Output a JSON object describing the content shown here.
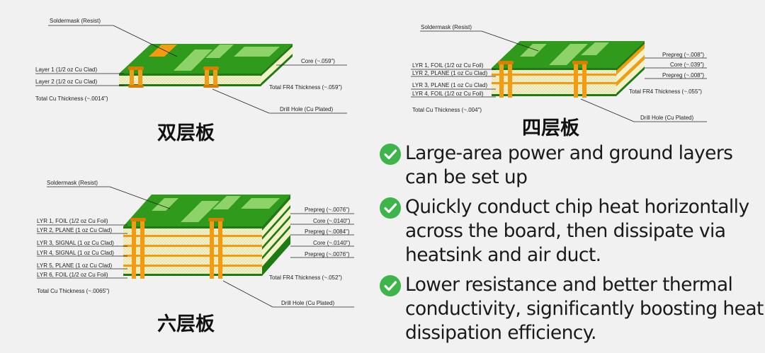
{
  "double": {
    "title": "双层板",
    "soldermask": "Soldermask (Resist)",
    "layer1": "Layer 1 (1/2 oz Cu Clad)",
    "layer2": "Layer 2 (1/2 oz Cu Clad)",
    "total_cu": "Total Cu Thickness (~.0014\")",
    "core": "Core (~.059\")",
    "total_fr4": "Total FR4 Thickness (~.059\")",
    "drill": "Drill Hole (Cu Plated)"
  },
  "four": {
    "title": "四层板",
    "soldermask": "Soldermask (Resist)",
    "lyr1": "LYR 1, FOIL (1/2 oz Cu Foil)",
    "lyr2": "LYR 2, PLANE (1 oz Cu Clad)",
    "lyr3": "LYR 3, PLANE (1 oz Cu Clad)",
    "lyr4": "LYR 4, FOIL (1/2 oz Cu Foil)",
    "total_cu": "Total Cu Thickness (~.004\")",
    "prepreg_top": "Prepreg (~.008\")",
    "core": "Core (~.039\")",
    "prepreg_bottom": "Prepreg (~.008\")",
    "total_fr4": "Total FR4 Thickness (~.055\")",
    "drill": "Drill Hole (Cu Plated)"
  },
  "six": {
    "title": "六层板",
    "soldermask": "Soldermask (Resist)",
    "lyr1": "LYR 1, FOIL (1/2 oz Cu Foil)",
    "lyr2": "LYR 2, PLANE (1 oz Cu Clad)",
    "lyr3": "LYR 3, SIGNAL (1 oz Cu Clad)",
    "lyr4": "LYR 4, SIGNAL (1 oz Cu Clad)",
    "lyr5": "LYR 5, PLANE (1 oz Cu Clad)",
    "lyr6": "LYR 6, FOIL (1/2 oz Cu Foil)",
    "total_cu": "Total Cu Thickness (~.0065\")",
    "prepreg_1": "Prepreg (~.0076\")",
    "core_1": "Core (~.0140\")",
    "prepreg_2": "Prepreg (~.0084\")",
    "core_2": "Core (~.0140\")",
    "prepreg_3": "Prepreg (~.0076\")",
    "total_fr4": "Total FR4 Thickness (~.052\")",
    "drill": "Drill Hole (Cu Plated)"
  },
  "benefits": [
    {
      "text": "Large-area power and ground layers can be set up",
      "icon": "check-circle-icon"
    },
    {
      "text": "Quickly conduct chip heat horizontally across the board, then dissipate via heatsink and air duct.",
      "icon": "check-circle-icon"
    },
    {
      "text": "Lower resistance and better thermal conductivity, significantly boosting heat dissipation efficiency.",
      "icon": "check-circle-icon"
    }
  ],
  "colors": {
    "soldermask_top": "#2f9a1c",
    "soldermask_front": "#1e7a12",
    "copper": "#f39c12",
    "copper_dark": "#d97e00",
    "fr4": "#f3f1c8",
    "check": "#3db54a"
  }
}
